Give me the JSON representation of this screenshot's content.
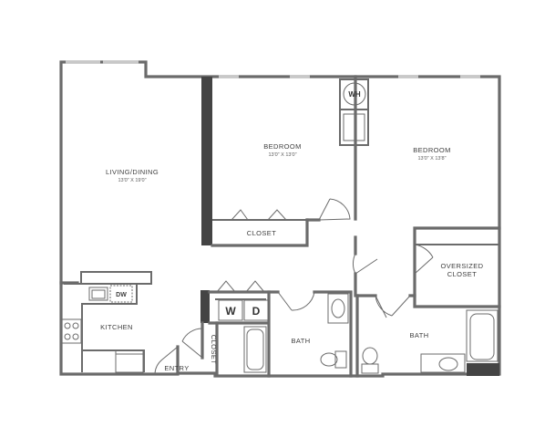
{
  "floorplan": {
    "rooms": {
      "living_dining": {
        "name": "LIVING/DINING",
        "dimensions": "13'0\" X 19'0\""
      },
      "bedroom_1": {
        "name": "BEDROOM",
        "dimensions": "13'0\" X 13'0\""
      },
      "bedroom_2": {
        "name": "BEDROOM",
        "dimensions": "13'0\" X 13'8\""
      },
      "kitchen": {
        "name": "KITCHEN"
      },
      "bath_1": {
        "name": "BATH"
      },
      "bath_2": {
        "name": "BATH"
      },
      "closet_bedroom": {
        "name": "CLOSET"
      },
      "closet_entry": {
        "name": "CLOSET"
      },
      "oversized_closet": {
        "name_line1": "OVERSIZED",
        "name_line2": "CLOSET"
      },
      "entry": {
        "name": "ENTRY"
      }
    },
    "appliances": {
      "water_heater": "WH",
      "washer": "W",
      "dryer": "D",
      "dishwasher": "DW"
    },
    "colors": {
      "wall": "#6b6b6b",
      "solid_wall": "#444444",
      "window": "#c8c8c8",
      "text": "#3f3f3f"
    }
  }
}
